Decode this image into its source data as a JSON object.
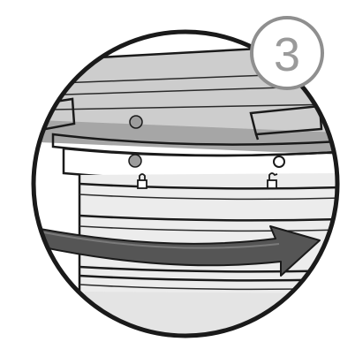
{
  "step_badge": {
    "number": "3"
  },
  "alignment_marks": {
    "base_indicator": "unlock-indicator-dot",
    "lid_indicator": "lock-indicator-dot"
  },
  "rotation_arrow": {
    "direction": "right"
  },
  "colors": {
    "line": "#1a1a1a",
    "lid_fill": "#cfcfcf",
    "lid_shadow": "#a9a9a9",
    "body_fill": "#ececec",
    "band_fill": "#f5f5f5",
    "arrow_fill": "#555555",
    "dot_gray": "#9c9c9c",
    "badge_stroke": "#8f8f8f"
  }
}
